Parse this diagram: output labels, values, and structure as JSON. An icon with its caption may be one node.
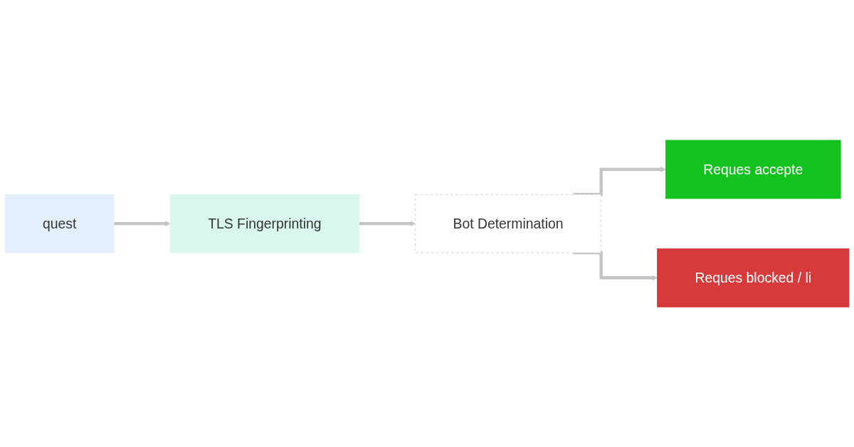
{
  "diagram": {
    "nodes": [
      {
        "text": [
          "quest"
        ]
      },
      {
        "text": [
          "TLS Fingerprinting"
        ]
      },
      {
        "text": [
          "Bot Determination"
        ]
      },
      {
        "text": [
          "Reques accepte"
        ]
      },
      {
        "text": [
          "Reques blocked / li"
        ]
      }
    ],
    "edges": [
      {
        "from": 0,
        "to": 1,
        "arrow": "to"
      },
      {
        "from": 1,
        "to": 2,
        "arrow": "to"
      },
      {
        "from": 2,
        "to": 3,
        "arrow": "to"
      },
      {
        "from": 2,
        "to": 4,
        "arrow": "to"
      }
    ]
  }
}
